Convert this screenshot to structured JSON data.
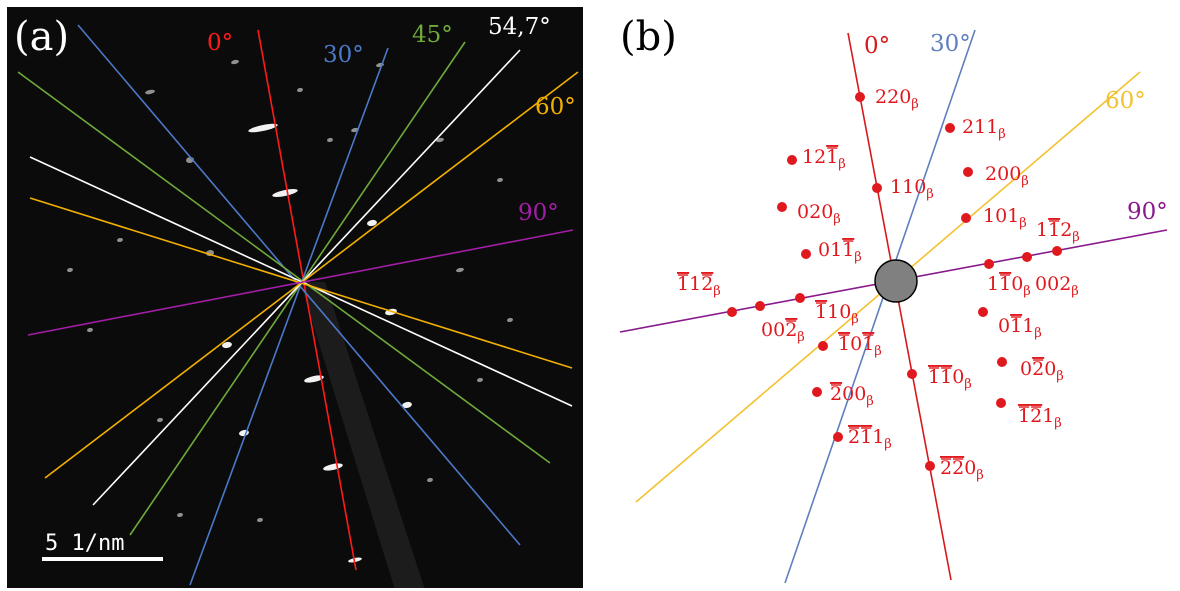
{
  "panel_a": {
    "label": "(a)",
    "angles": [
      {
        "text": "0°",
        "color": "#ff1a1a"
      },
      {
        "text": "30°",
        "color": "#4b79c8"
      },
      {
        "text": "45°",
        "color": "#6faa3a"
      },
      {
        "text": "54,7°",
        "color": "#ffffff"
      },
      {
        "text": "60°",
        "color": "#f4b000"
      },
      {
        "text": "90°",
        "color": "#a21ea6"
      }
    ],
    "scale_bar": "5 1/nm"
  },
  "panel_b": {
    "label": "(b)",
    "angles": [
      {
        "text": "0°",
        "color": "#d6191c"
      },
      {
        "text": "30°",
        "color": "#4b79c8"
      },
      {
        "text": "60°",
        "color": "#f2c230"
      },
      {
        "text": "90°",
        "color": "#8a1a8c"
      }
    ],
    "spots": [
      {
        "h": "2",
        "k": "2",
        "l": "0"
      },
      {
        "h": "2",
        "k": "1",
        "l": "1"
      },
      {
        "h": "1",
        "k": "2",
        "l": "1",
        "bar": [
          2
        ]
      },
      {
        "h": "2",
        "k": "0",
        "l": "0"
      },
      {
        "h": "1",
        "k": "1",
        "l": "0"
      },
      {
        "h": "0",
        "k": "2",
        "l": "0"
      },
      {
        "h": "1",
        "k": "0",
        "l": "1"
      },
      {
        "h": "1",
        "k": "1",
        "l": "2",
        "bar": [
          1
        ]
      },
      {
        "h": "0",
        "k": "1",
        "l": "1",
        "bar": [
          2
        ]
      },
      {
        "h": "1",
        "k": "1",
        "l": "2",
        "bar": [
          0,
          2
        ]
      },
      {
        "h": "1",
        "k": "1",
        "l": "0",
        "bar": [
          1
        ]
      },
      {
        "h": "0",
        "k": "0",
        "l": "2"
      },
      {
        "h": "1",
        "k": "1",
        "l": "0",
        "bar": [
          0
        ]
      },
      {
        "h": "0",
        "k": "1",
        "l": "1",
        "bar": [
          1
        ]
      },
      {
        "h": "0",
        "k": "0",
        "l": "2",
        "bar": [
          2
        ]
      },
      {
        "h": "1",
        "k": "0",
        "l": "1",
        "bar": [
          0,
          2
        ]
      },
      {
        "h": "0",
        "k": "2",
        "l": "0",
        "bar": [
          1
        ]
      },
      {
        "h": "1",
        "k": "1",
        "l": "0",
        "bar": [
          0,
          1
        ]
      },
      {
        "h": "2",
        "k": "0",
        "l": "0",
        "bar": [
          0
        ]
      },
      {
        "h": "1",
        "k": "2",
        "l": "1",
        "bar": [
          0,
          1
        ]
      },
      {
        "h": "2",
        "k": "1",
        "l": "1",
        "bar": [
          0,
          1
        ]
      },
      {
        "h": "2",
        "k": "2",
        "l": "0",
        "bar": [
          0,
          1
        ]
      }
    ],
    "subscript": "β"
  }
}
